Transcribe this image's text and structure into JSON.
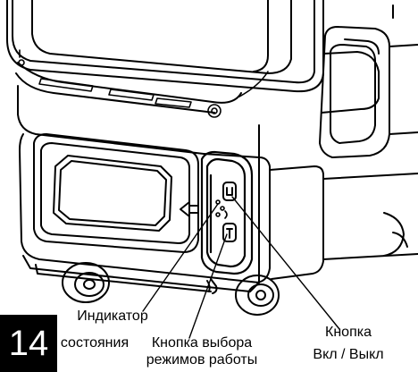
{
  "figure": {
    "number": "14",
    "callouts": {
      "indicator": [
        "Индикатор",
        "состояния"
      ],
      "mode_button": [
        "Кнопка выбора",
        "режимов работы"
      ],
      "power_button": [
        "Кнопка",
        "Вкл / Выкл"
      ]
    },
    "colors": {
      "line": "#000000",
      "fill": "#ffffff",
      "badge_background": "#000000",
      "badge_text": "#ffffff"
    },
    "icons": {
      "arrow": "arrow-left-icon",
      "power_symbol": "power-symbol-icon",
      "mode_symbol": "mode-symbol-icon",
      "indicator_leds": "indicator-led-icon"
    }
  }
}
